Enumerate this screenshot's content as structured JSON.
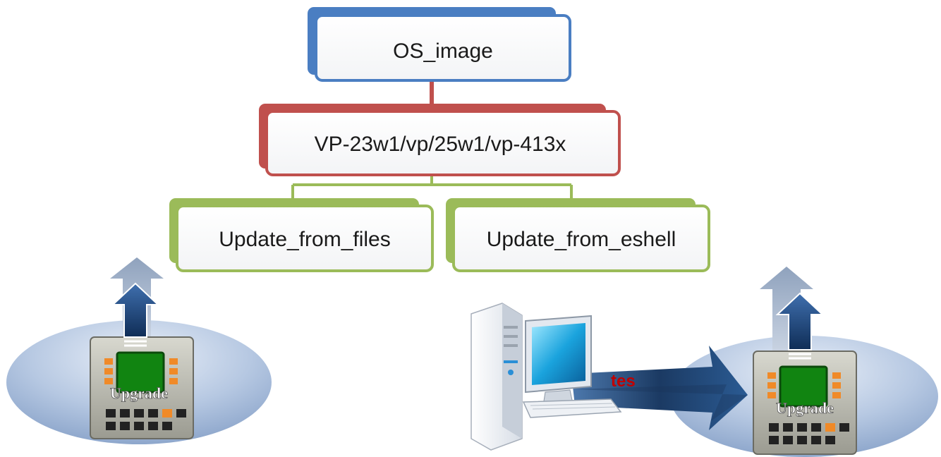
{
  "diagram": {
    "root": {
      "label": "OS_image"
    },
    "middle": {
      "label": "VP-23w1/vp/25w1/vp-413x"
    },
    "children": [
      {
        "label": "Update_from_files"
      },
      {
        "label": "Update_from_eshell"
      }
    ]
  },
  "illustrations": {
    "left_device": {
      "label": "Upgrade"
    },
    "right_device": {
      "label": "Upgrade"
    },
    "transfer": {
      "label": "tes"
    },
    "pc": {
      "icon": "desktop-computer-icon"
    }
  },
  "colors": {
    "root_border": "#4a7ec2",
    "middle_border": "#c0504d",
    "child_border": "#9bbb59",
    "connector_red": "#c0504d",
    "connector_green": "#9bbb59",
    "transfer_label": "#c00000"
  }
}
